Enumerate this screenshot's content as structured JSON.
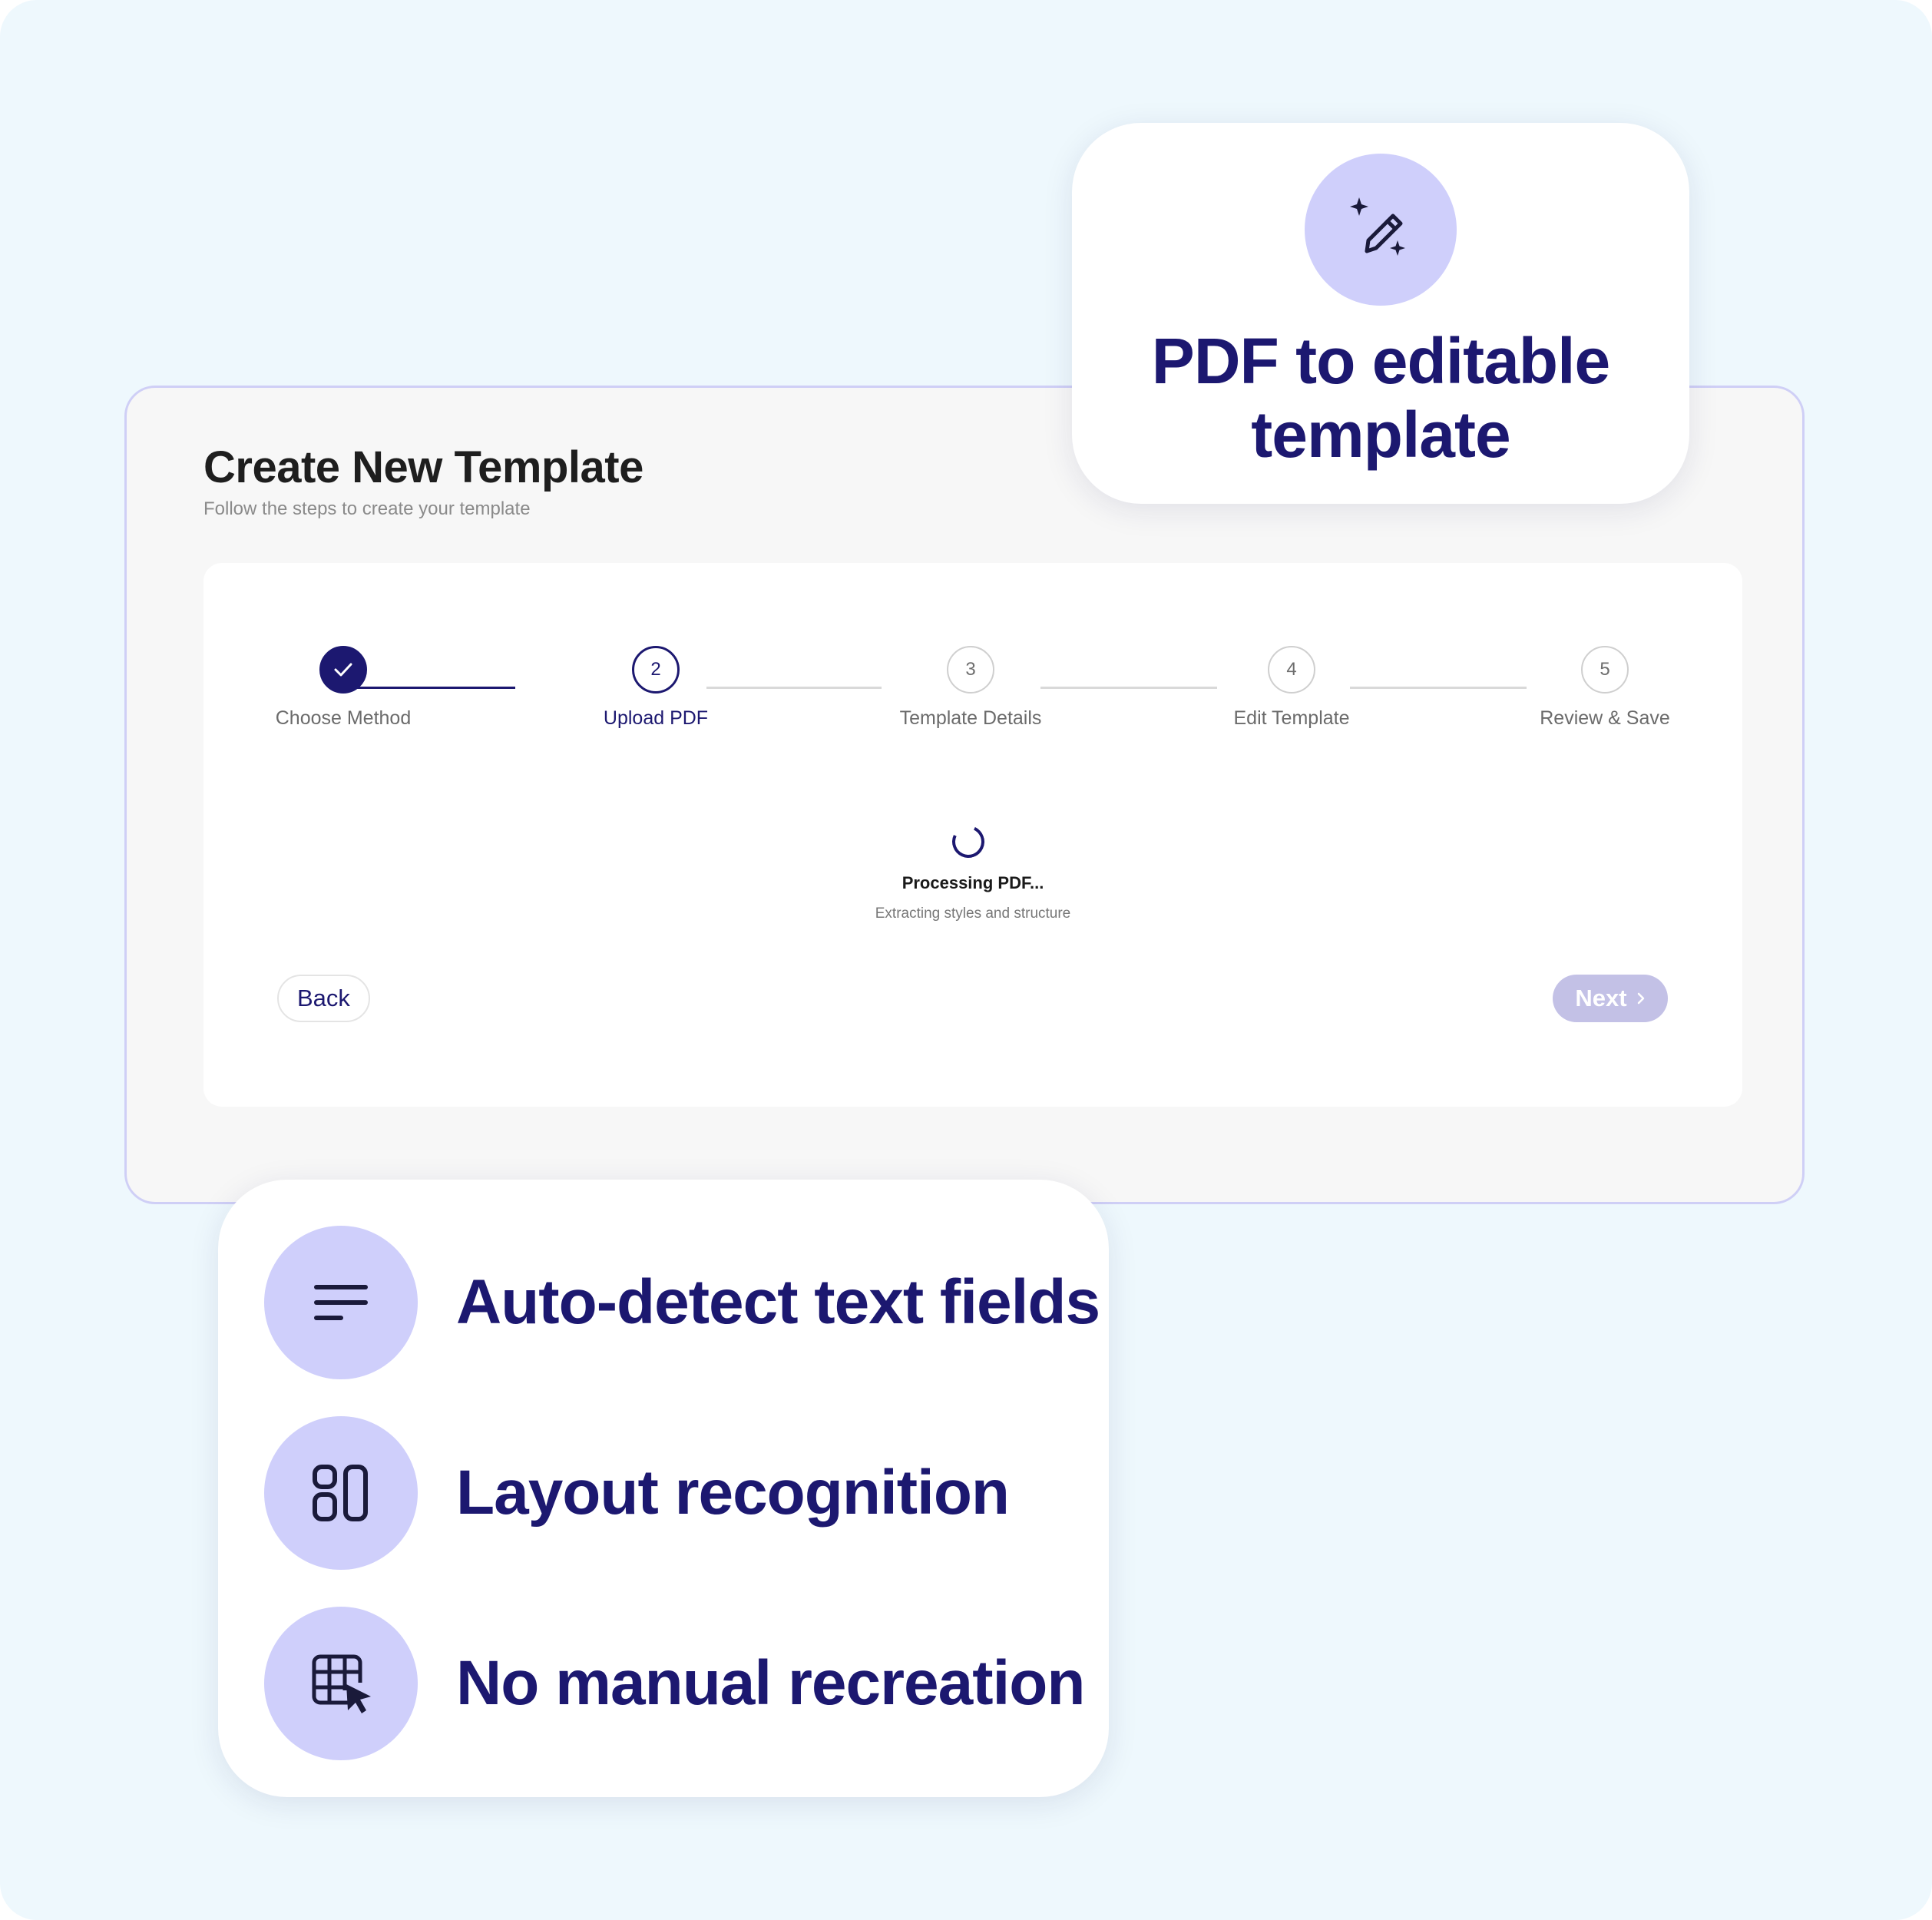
{
  "wizard": {
    "title": "Create New Template",
    "subtitle": "Follow the steps to create your template",
    "steps": [
      {
        "number": "1",
        "label": "Choose Method",
        "state": "completed"
      },
      {
        "number": "2",
        "label": "Upload PDF",
        "state": "active"
      },
      {
        "number": "3",
        "label": "Template Details",
        "state": "pending"
      },
      {
        "number": "4",
        "label": "Edit Template",
        "state": "pending"
      },
      {
        "number": "5",
        "label": "Review & Save",
        "state": "pending"
      }
    ],
    "processing": {
      "title": "Processing PDF...",
      "subtitle": "Extracting styles and structure"
    },
    "back_label": "Back",
    "next_label": "Next"
  },
  "highlight": {
    "headline_line1": "PDF to editable",
    "headline_line2": "template",
    "icon": "magic-pencil-icon"
  },
  "features": [
    {
      "label": "Auto-detect text fields",
      "icon": "text-lines-icon"
    },
    {
      "label": "Layout recognition",
      "icon": "layout-grid-icon"
    },
    {
      "label": "No manual recreation",
      "icon": "table-cursor-icon"
    }
  ],
  "colors": {
    "primary": "#1c1870",
    "accent_soft": "#cfcffb",
    "background": "#eef8fd",
    "next_disabled": "#c3c1e6"
  }
}
